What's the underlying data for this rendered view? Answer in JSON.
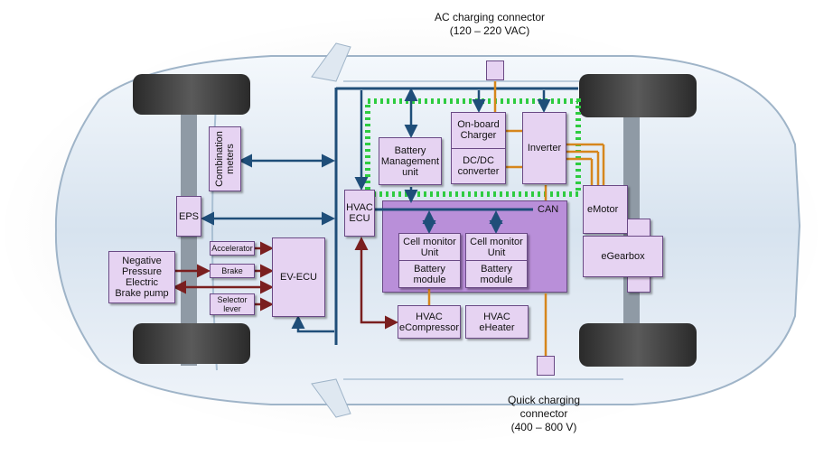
{
  "labels": {
    "ac_connector": "AC charging connector\n(120 – 220 VAC)",
    "quick_connector": "Quick charging\nconnector\n(400 – 800 V)",
    "can": "CAN"
  },
  "blocks": {
    "combination_meters": "Combination\nmeters",
    "eps": "EPS",
    "negative_pressure_pump": "Negative\nPressure\nElectric\nBrake pump",
    "accelerator": "Accelerator",
    "brake": "Brake",
    "selector_lever": "Selector\nlever",
    "ev_ecu": "EV-ECU",
    "hvac_ecu": "HVAC\nECU",
    "battery_management_unit": "Battery\nManagement\nunit",
    "onboard_charger": "On-board\nCharger",
    "dcdc_converter": "DC/DC\nconverter",
    "inverter": "Inverter",
    "emotor": "eMotor",
    "egearbox": "eGearbox",
    "cell_monitor_1": "Cell monitor\nUnit",
    "battery_module_1": "Battery\nmodule",
    "cell_monitor_2": "Cell monitor\nUnit",
    "battery_module_2": "Battery\nmodule",
    "hvac_ecompressor": "HVAC\neCompressor",
    "hvac_eheater": "HVAC\neHeater"
  },
  "colors": {
    "can_bus": "#1f4e79",
    "signal_arrow": "#7a1f1f",
    "hv_line": "#d6861c",
    "low_voltage_boundary": "#2ecc40",
    "block_fill": "#e6d3f2",
    "battery_pack_fill": "#b98fd9"
  }
}
